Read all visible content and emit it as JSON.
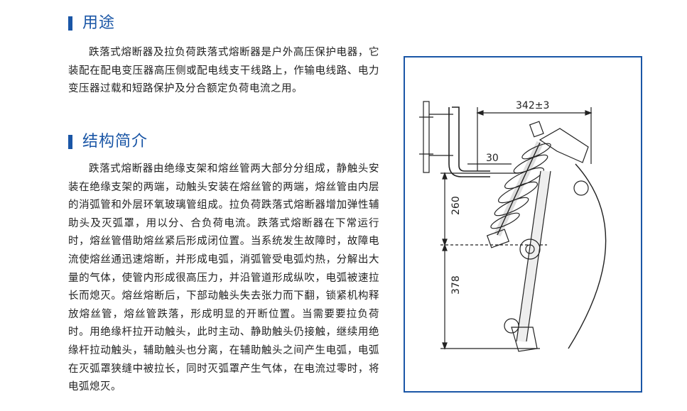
{
  "sections": {
    "usage": {
      "title": "用途",
      "body": "跌落式熔断器及拉负荷跌落式熔断器是户外高压保护电器，它装配在配电变压器高压侧或配电线支干线路上，作输电线路、电力变压器过载和短路保护及分合额定负荷电流之用。"
    },
    "structure": {
      "title": "结构简介",
      "body": "跌落式熔断器由绝缘支架和熔丝管两大部分分组成，静触头安装在绝缘支架的两端，动触头安装在熔丝管的两端，熔丝管由内层的消弧管和外层环氧玻璃管组成。拉负荷跌落式熔断器增加弹性辅助头及灭弧罩，用以分、合负荷电流。跌落式熔断器在下常运行时，熔丝管借助熔丝紧后形成闭位置。当系统发生故障时，故障电流使熔丝通迅速熔断，并形成电弧，消弧管受电弧灼热，分解出大量的气体，使管内形成很高压力，并沿管道形成纵吹，电弧被速拉长而熄灭。熔丝熔断后，下部动触头失去张力而下翻，锁紧机构释放熔丝管，熔丝管跌落，形成明显的开断位置。当需要要拉负荷时。用绝缘杆拉开动触头，此时主动、静助触头仍接触，继续用绝缘杆拉动触头，辅助触头也分离，在辅助触头之间产生电弧，电弧在灭弧罩狭缝中被拉长，同时灭弧罩产生气体，在电流过零时，将电弧熄灭。"
    }
  },
  "figure": {
    "dim_width": "342±3",
    "dim_offset": "30",
    "dim_upper": "260",
    "dim_lower": "378"
  },
  "colors": {
    "accent": "#1a56a6",
    "text": "#222222"
  }
}
